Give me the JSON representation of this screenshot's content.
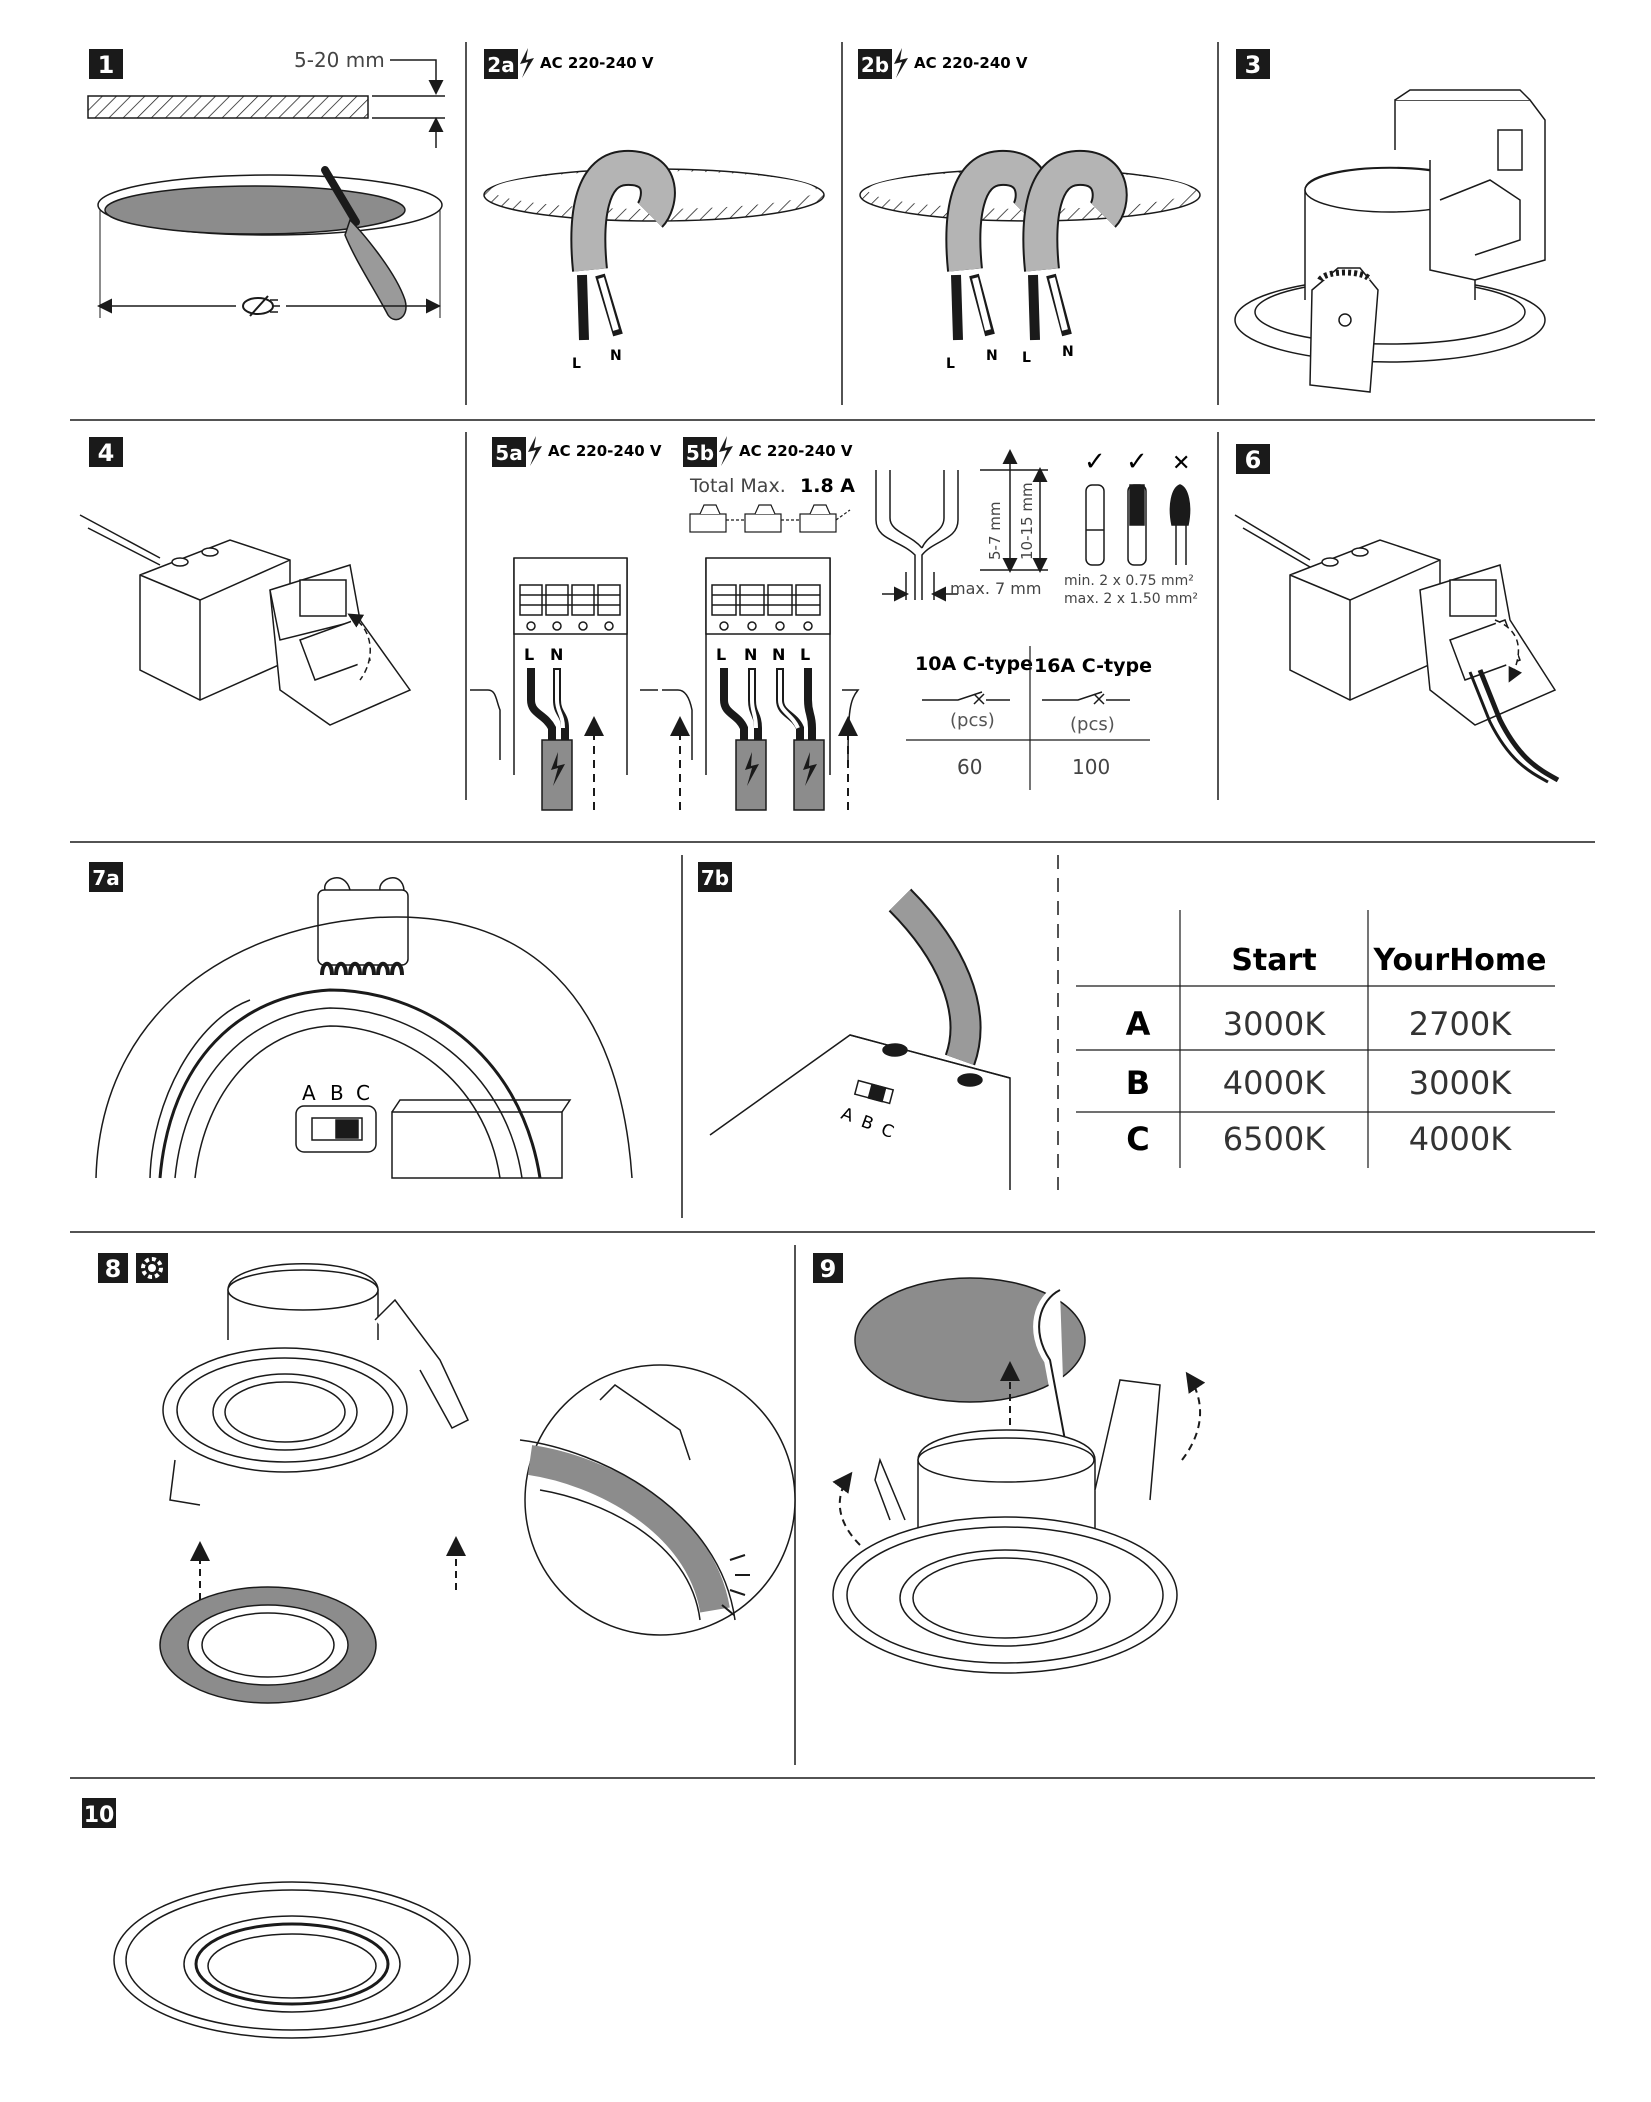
{
  "steps": {
    "s1": "1",
    "s2a": "2a",
    "s2b": "2b",
    "s3": "3",
    "s4": "4",
    "s5a": "5a",
    "s5b": "5b",
    "s6": "6",
    "s7a": "7a",
    "s7b": "7b",
    "s8": "8",
    "s9": "9",
    "s10": "10"
  },
  "step1": {
    "thickness": "5-20 mm"
  },
  "voltage": "AC 220-240 V",
  "wires": {
    "live": "L",
    "neutral": "N"
  },
  "step5b": {
    "total_max_label": "Total Max.",
    "total_max_value": "1.8 A"
  },
  "strip": {
    "inner": "5-7 mm",
    "outer": "10-15 mm",
    "max": "max. 7 mm",
    "min_cross": "min. 2 x 0.75 mm²",
    "max_cross": "max. 2 x 1.50 mm²",
    "ok1": "✓",
    "ok2": "✓",
    "bad": "✕"
  },
  "breaker": {
    "col1": "10A C-type",
    "col2": "16A C-type",
    "unit1": "(pcs)",
    "unit2": "(pcs)",
    "val1": "60",
    "val2": "100"
  },
  "switch": {
    "a": "A",
    "b": "B",
    "c": "C"
  },
  "color_table": {
    "headers": [
      "",
      "Start",
      "YourHome"
    ],
    "rows": [
      {
        "pos": "A",
        "start": "3000K",
        "yourhome": "2700K"
      },
      {
        "pos": "B",
        "start": "4000K",
        "yourhome": "3000K"
      },
      {
        "pos": "C",
        "start": "6500K",
        "yourhome": "4000K"
      }
    ]
  },
  "colors": {
    "ink": "#1a1a1a",
    "gray_fill": "#8c8c8c",
    "cable_gray": "#9a9a9a"
  }
}
